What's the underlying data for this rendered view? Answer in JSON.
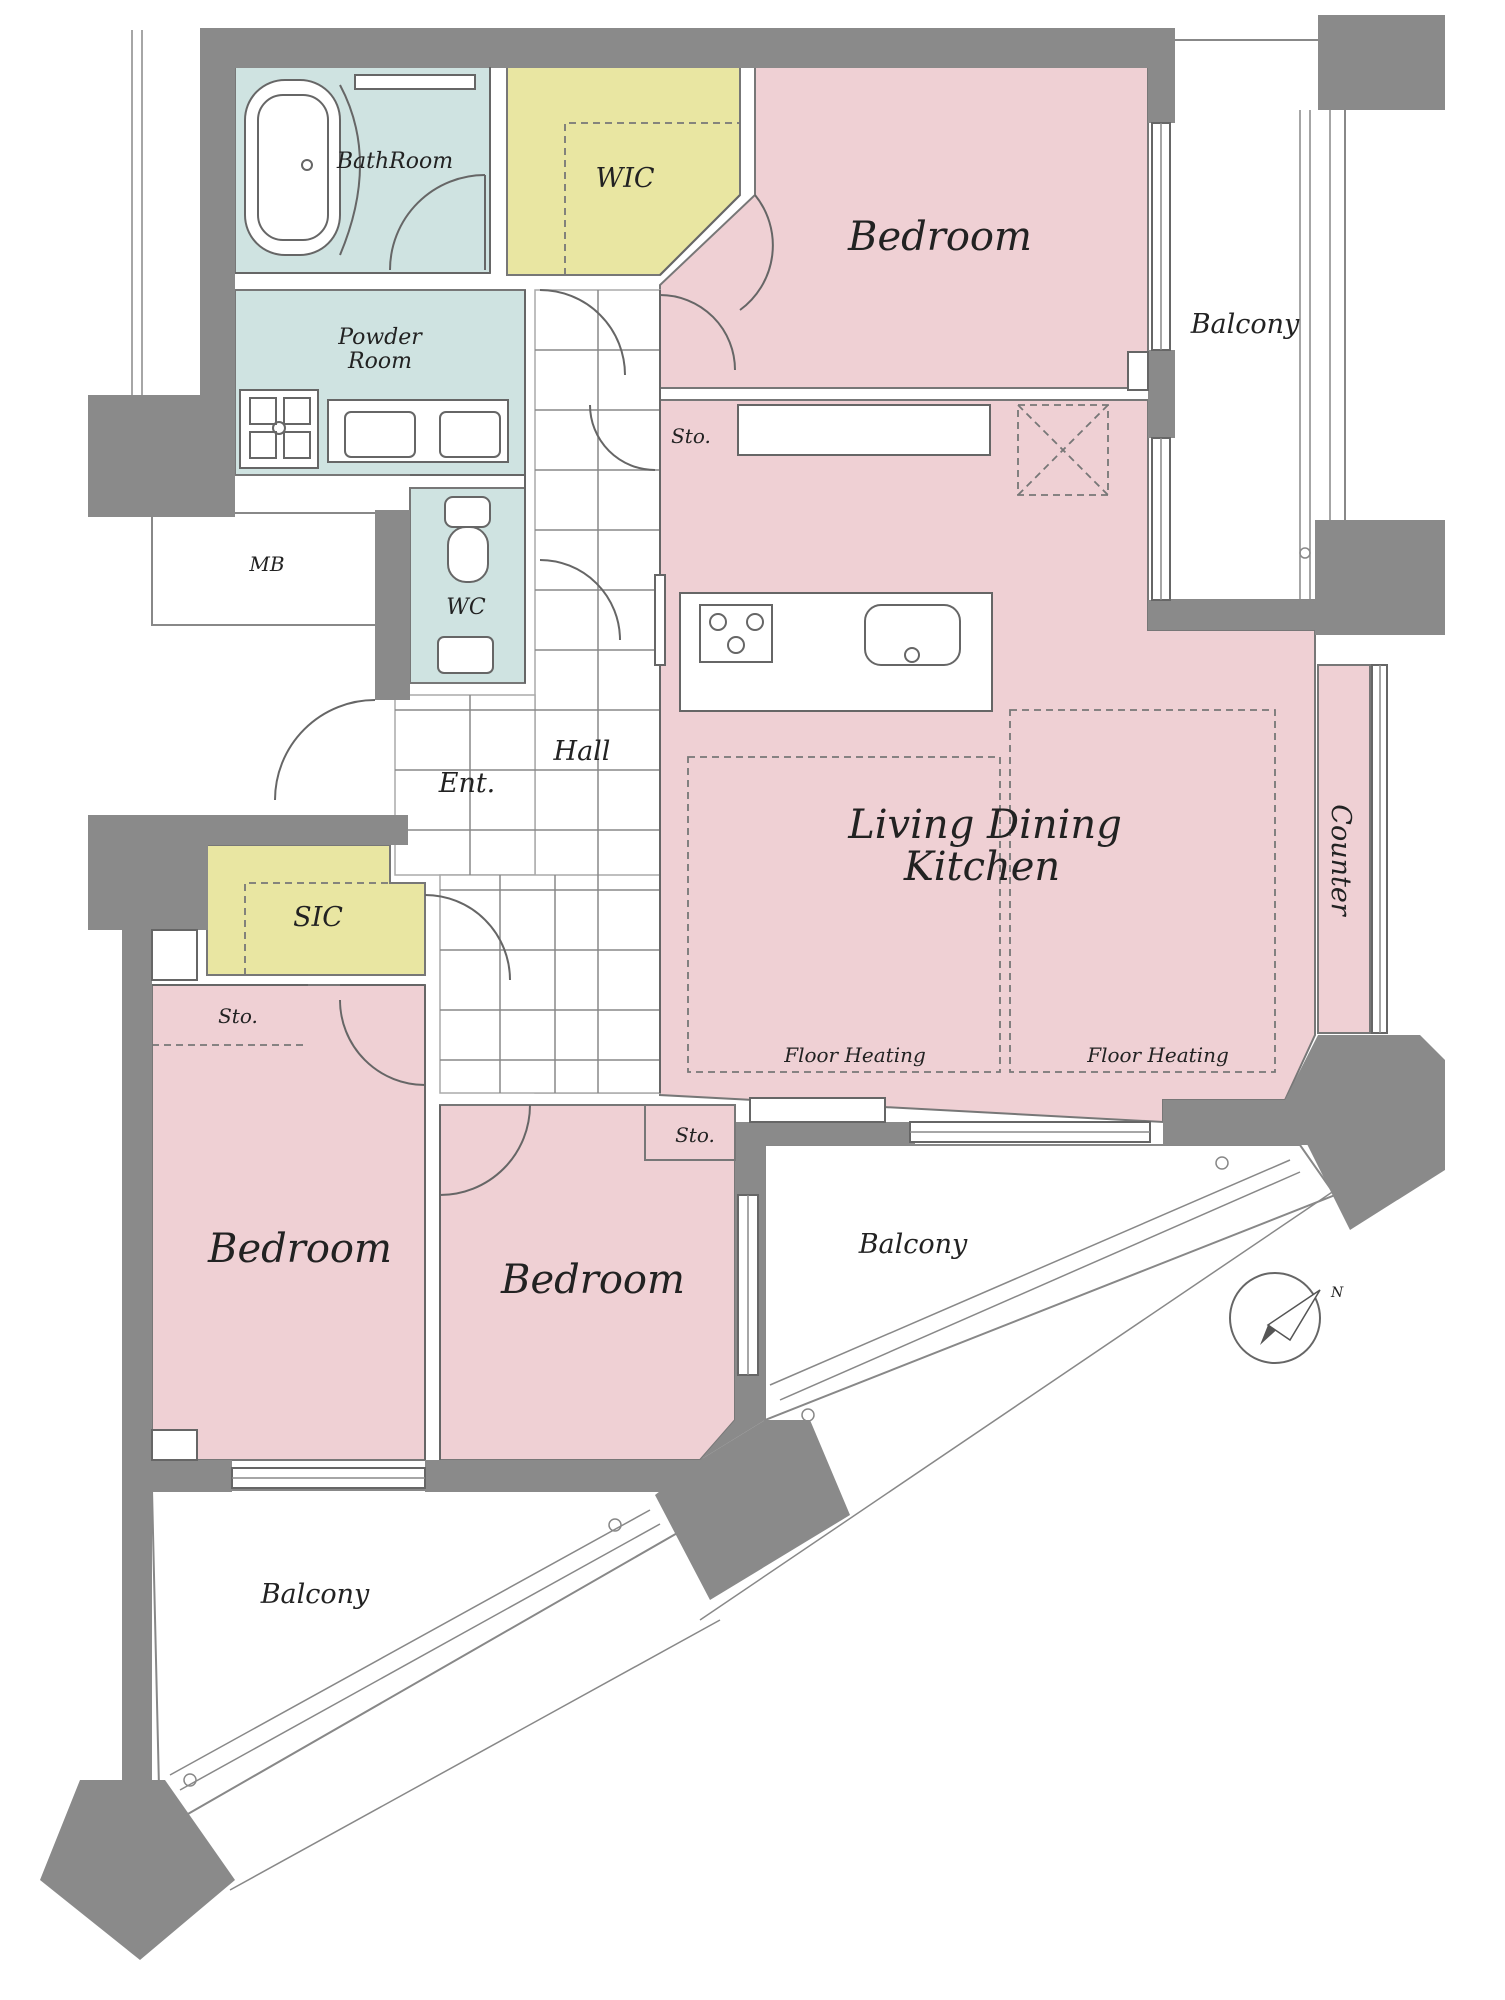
{
  "rooms": {
    "bathroom": "BathRoom",
    "wic": "WIC",
    "bedroom_top": "Bedroom",
    "balcony_right": "Balcony",
    "powder_room_line1": "Powder",
    "powder_room_line2": "Room",
    "sto_top": "Sto.",
    "mb": "MB",
    "wc": "WC",
    "hall": "Hall",
    "entrance": "Ent.",
    "ldk_line1": "Living Dining",
    "ldk_line2": "Kitchen",
    "counter": "Counter",
    "sic": "SIC",
    "sto_left": "Sto.",
    "sto_mid": "Sto.",
    "floor_heating_left": "Floor Heating",
    "floor_heating_right": "Floor Heating",
    "bedroom_left": "Bedroom",
    "bedroom_mid": "Bedroom",
    "balcony_mid": "Balcony",
    "balcony_bottom": "Balcony"
  },
  "compass": {
    "north_label": "N",
    "icon": "compass-north-icon"
  },
  "colors": {
    "wall": "#8a8a8a",
    "wet_area": "#cfe3e1",
    "closet": "#e9e6a2",
    "living_area": "#efd0d4",
    "balcony": "#ffffff"
  }
}
